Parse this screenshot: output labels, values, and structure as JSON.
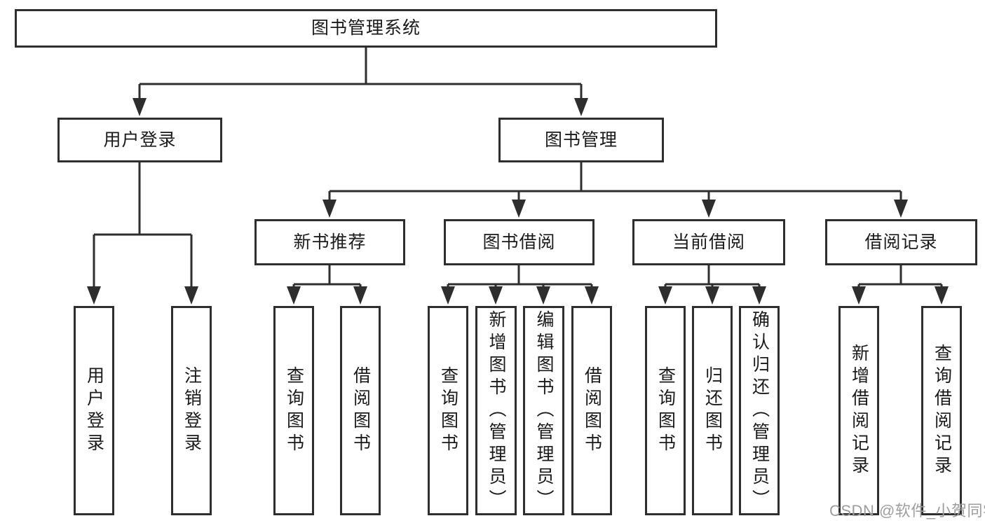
{
  "colors": {
    "line": "#2e2e2e",
    "box_border": "#2e2e2e",
    "text": "#1a1a1a",
    "watermark": "#9d9d9d",
    "background": "#ffffff"
  },
  "watermark": {
    "text": "CSDN @软件_小贺同学"
  },
  "tree": {
    "label": "图书管理系统",
    "children": [
      {
        "label": "用户登录",
        "children": [
          {
            "label": "用户登录"
          },
          {
            "label": "注销登录"
          }
        ]
      },
      {
        "label": "图书管理",
        "children": [
          {
            "label": "新书推荐",
            "children": [
              {
                "label": "查询图书"
              },
              {
                "label": "借阅图书"
              }
            ]
          },
          {
            "label": "图书借阅",
            "children": [
              {
                "label": "查询图书"
              },
              {
                "label": "新增图书（管理员）"
              },
              {
                "label": "编辑图书（管理员）"
              },
              {
                "label": "借阅图书"
              }
            ]
          },
          {
            "label": "当前借阅",
            "children": [
              {
                "label": "查询图书"
              },
              {
                "label": "归还图书"
              },
              {
                "label": "确认归还（管理员）"
              }
            ]
          },
          {
            "label": "借阅记录",
            "children": [
              {
                "label": "新增借阅记录"
              },
              {
                "label": "查询借阅记录"
              }
            ]
          }
        ]
      }
    ]
  }
}
